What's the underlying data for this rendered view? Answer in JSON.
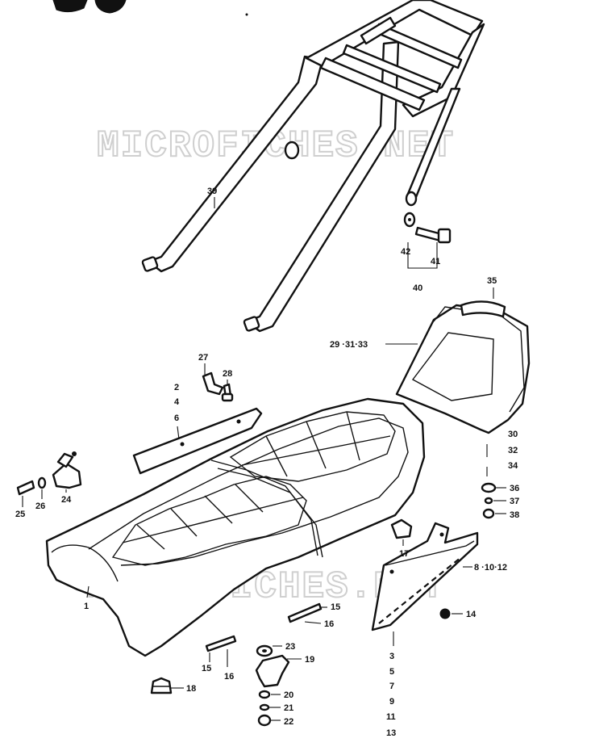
{
  "watermark": "MICROFICHES.NET",
  "labels": {
    "l1": "1",
    "l2": "2",
    "l3": "3",
    "l4": "4",
    "l5": "5",
    "l6": "6",
    "l7": "7",
    "l8_10_12": "8 ·10·12",
    "l9": "9",
    "l11": "11",
    "l13": "13",
    "l14": "14",
    "l15a": "15",
    "l15b": "15",
    "l16a": "16",
    "l16b": "16",
    "l17": "17",
    "l18": "18",
    "l19": "19",
    "l20": "20",
    "l21": "21",
    "l22": "22",
    "l23": "23",
    "l24": "24",
    "l25": "25",
    "l26": "26",
    "l27": "27",
    "l28": "28",
    "l29_31_33": "29 ·31·33",
    "l30": "30",
    "l32": "32",
    "l34": "34",
    "l35": "35",
    "l36": "36",
    "l37": "37",
    "l38": "38",
    "l39": "39",
    "l40": "40",
    "l41": "41",
    "l42": "42"
  }
}
